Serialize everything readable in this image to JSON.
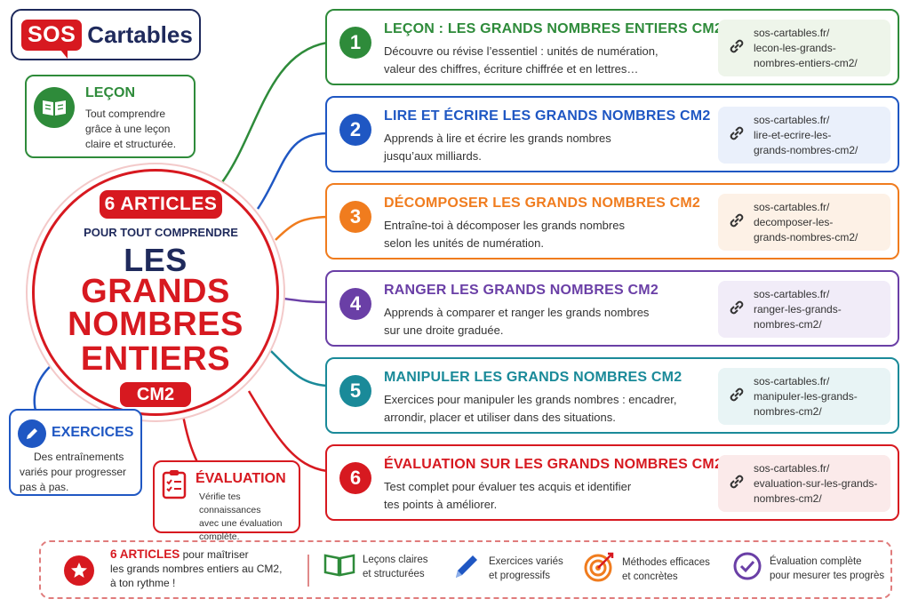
{
  "logo": {
    "sos": "SOS",
    "cartables": "Cartables"
  },
  "lecon_box": {
    "title": "LEÇON",
    "text": [
      "Tout comprendre",
      "grâce à une leçon",
      "claire et structurée."
    ]
  },
  "exercices_box": {
    "title": "EXERCICES",
    "text": [
      "Des entraînements",
      "variés pour progresser",
      "pas à pas."
    ]
  },
  "evaluation_box": {
    "title": "ÉVALUATION",
    "text": [
      "Vérifie tes connaissances",
      "avec une évaluation",
      "complète."
    ]
  },
  "center": {
    "badge": "6 ARTICLES",
    "subtitle": "POUR TOUT COMPRENDRE",
    "line1": "LES",
    "line2": "GRANDS",
    "line3": "NOMBRES",
    "line4": "ENTIERS",
    "level": "CM2"
  },
  "colors": {
    "green": "#2e8b3a",
    "blue": "#1f57c3",
    "orange": "#f07c1e",
    "purple": "#6a3fa6",
    "teal": "#1a8a99",
    "red": "#d71920",
    "navy": "#1f2a5c"
  },
  "articles": [
    {
      "num": "1",
      "title": "LEÇON : LES GRANDS NOMBRES ENTIERS CM2",
      "desc": [
        "Découvre ou révise l’essentiel : unités de numération,",
        "valeur des chiffres, écriture chiffrée et en lettres…"
      ],
      "link": [
        "sos-cartables.fr/",
        "lecon-les-grands-",
        "nombres-entiers-cm2/"
      ],
      "icon": "link-icon"
    },
    {
      "num": "2",
      "title": "LIRE ET ÉCRIRE LES GRANDS NOMBRES CM2",
      "desc": [
        "Apprends à lire et écrire les grands nombres",
        "jusqu’aux milliards."
      ],
      "link": [
        "sos-cartables.fr/",
        "lire-et-ecrire-les-",
        "grands-nombres-cm2/"
      ],
      "icon": "link-icon"
    },
    {
      "num": "3",
      "title": "DÉCOMPOSER LES GRANDS NOMBRES CM2",
      "desc": [
        "Entraîne-toi à décomposer les grands nombres",
        "selon les unités de numération."
      ],
      "link": [
        "sos-cartables.fr/",
        "decomposer-les-",
        "grands-nombres-cm2/"
      ],
      "icon": "link-icon"
    },
    {
      "num": "4",
      "title": "RANGER LES GRANDS NOMBRES CM2",
      "desc": [
        "Apprends à comparer et ranger les grands nombres",
        "sur une droite graduée."
      ],
      "link": [
        "sos-cartables.fr/",
        "ranger-les-grands-",
        "nombres-cm2/"
      ],
      "icon": "link-icon"
    },
    {
      "num": "5",
      "title": "MANIPULER LES GRANDS NOMBRES CM2",
      "desc": [
        "Exercices pour manipuler les grands nombres : encadrer,",
        "arrondir, placer et utiliser dans des situations."
      ],
      "link": [
        "sos-cartables.fr/",
        "manipuler-les-grands-",
        "nombres-cm2/"
      ],
      "icon": "link-icon"
    },
    {
      "num": "6",
      "title": "ÉVALUATION SUR LES GRANDS NOMBRES CM2",
      "desc": [
        "Test complet pour évaluer tes acquis et identifier",
        "tes points à améliorer."
      ],
      "link": [
        "sos-cartables.fr/",
        "evaluation-sur-les-grands-",
        "nombres-cm2/"
      ],
      "icon": "link-icon"
    }
  ],
  "banner": {
    "lead_bold": "6 ARTICLES",
    "lead_rest": " pour maîtriser",
    "lead_line2": "les grands nombres entiers au CM2,",
    "lead_line3": "à ton rythme !",
    "features": [
      {
        "icon": "book-icon",
        "line1": "Leçons claires",
        "line2": "et structurées"
      },
      {
        "icon": "pen-icon",
        "line1": "Exercices variés",
        "line2": "et progressifs"
      },
      {
        "icon": "target-icon",
        "line1": "Méthodes efficaces",
        "line2": "et concrètes"
      },
      {
        "icon": "check-circle-icon",
        "line1": "Évaluation complète",
        "line2": "pour mesurer tes progrès"
      }
    ]
  }
}
